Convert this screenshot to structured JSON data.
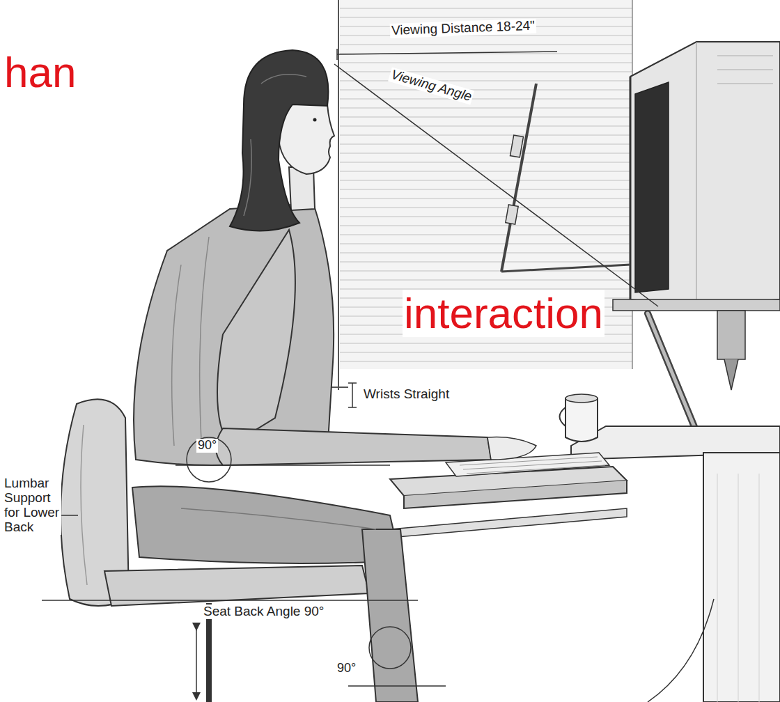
{
  "diagram": {
    "labels": [
      "han",
      "interaction",
      "Viewing Distance 18-24\"",
      "Viewing Angle",
      "Wrists Straight",
      "Lumbar Support for Lower Back",
      "90°",
      "Seat Back Angle 90°",
      "90°"
    ]
  }
}
